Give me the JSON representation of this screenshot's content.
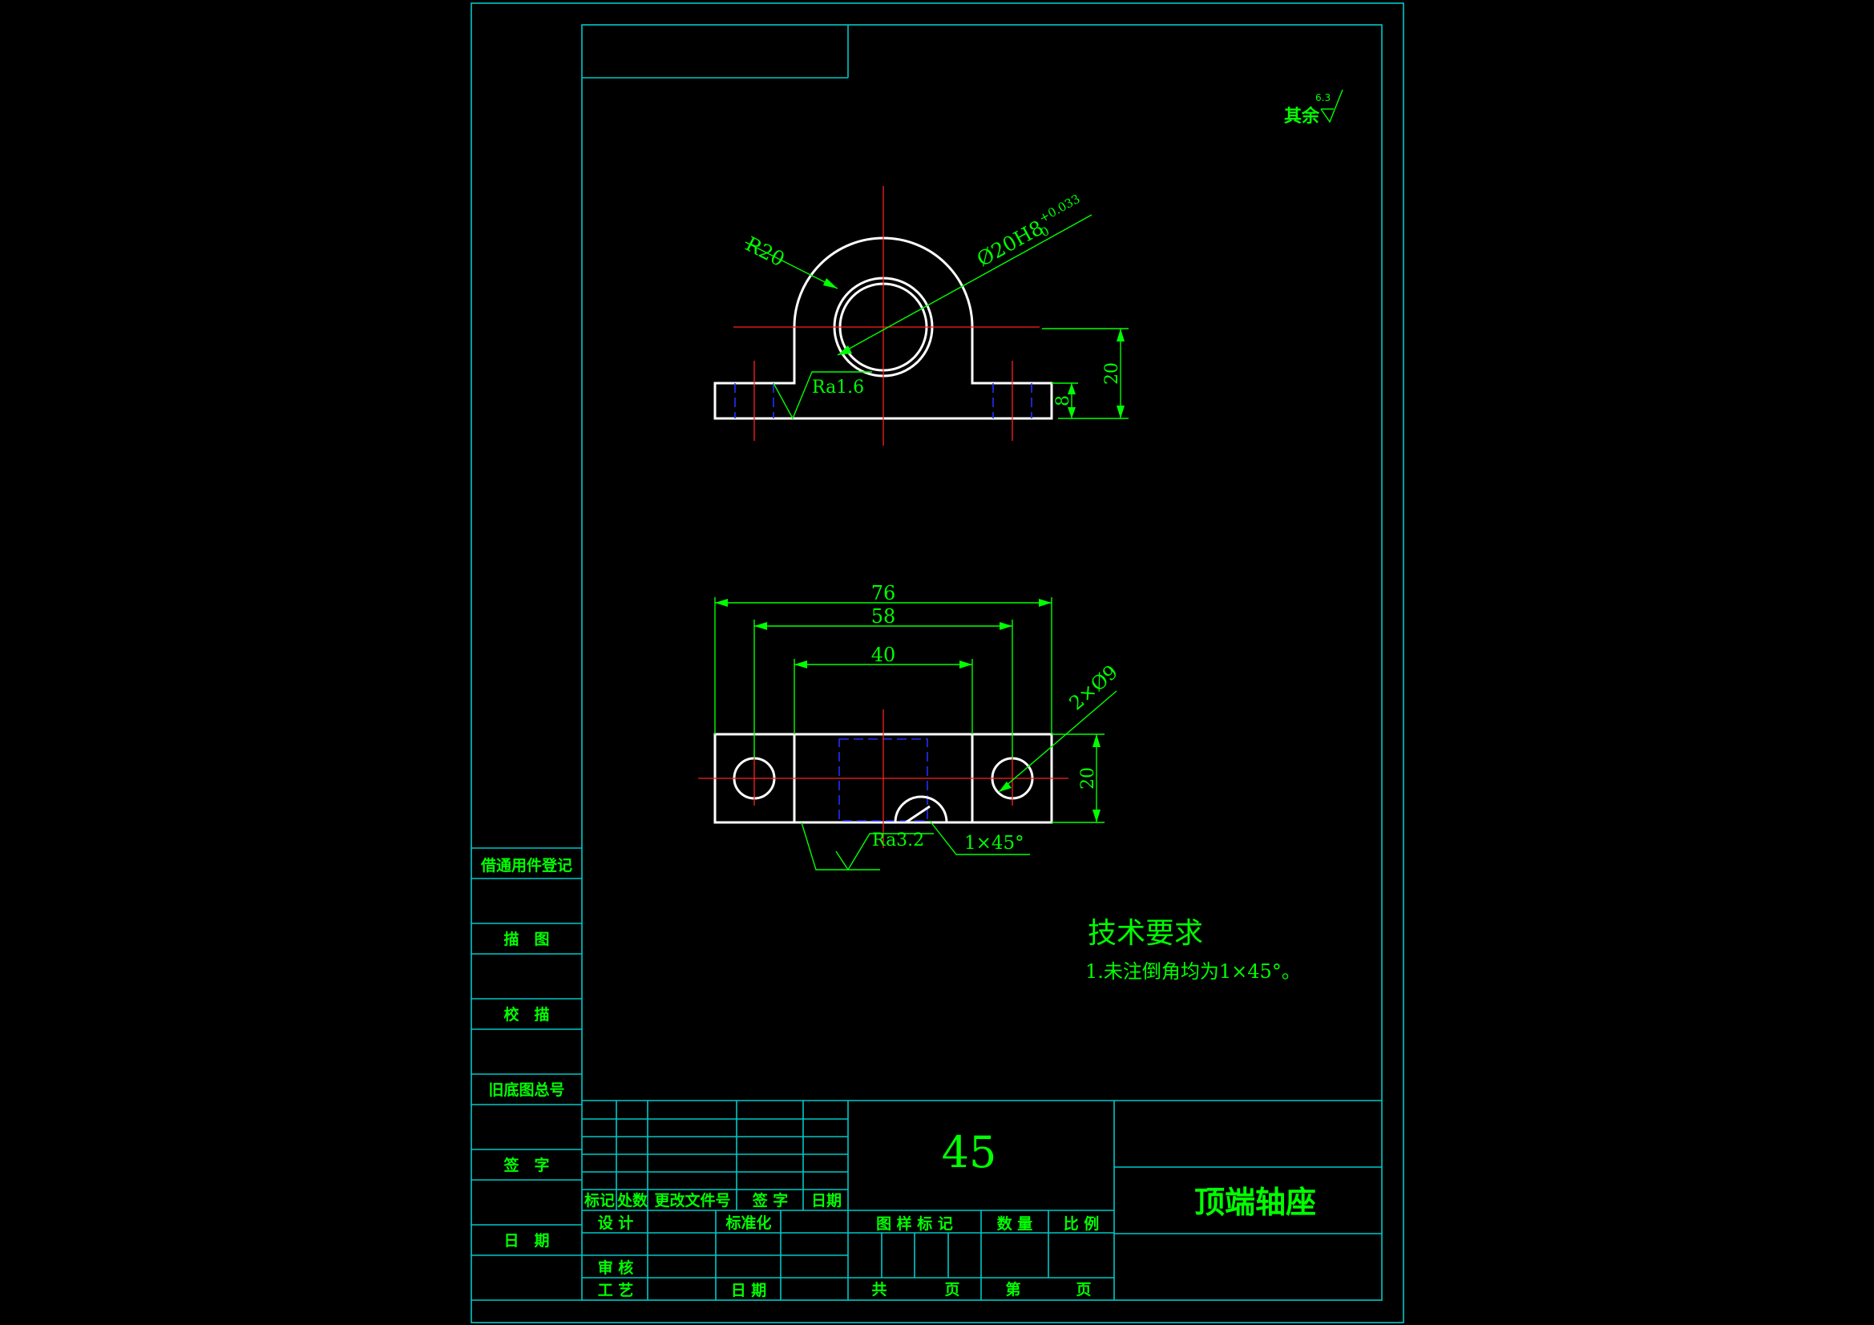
{
  "surface_roughness": {
    "other": "其余",
    "value": "6.3"
  },
  "front_view": {
    "radius": "R20",
    "bore": "Ø20H8",
    "bore_tol_upper": "+0.033",
    "bore_tol_lower": "0",
    "roughness": "Ra1.6",
    "height_total": "20",
    "base_thickness": "8"
  },
  "top_view": {
    "width_total": "76",
    "hole_spacing": "58",
    "boss_width": "40",
    "holes": "2×Ø9",
    "depth": "20",
    "roughness": "Ra3.2",
    "chamfer": "1×45°"
  },
  "tech_req": {
    "title": "技术要求",
    "item1": "1.未注倒角均为1×45°。"
  },
  "left_strip": {
    "reg": "借通用件登记",
    "trace": "描　图",
    "check": "校　描",
    "old_no": "旧底图总号",
    "sign": "签　字",
    "date": "日　期"
  },
  "title_block": {
    "material": "45",
    "part_name": "顶端轴座",
    "mark": "标记",
    "count": "处数",
    "change_doc": "更改文件号",
    "sign": "签 字",
    "date": "日期",
    "design": "设 计",
    "standard": "标准化",
    "review": "审 核",
    "process": "工 艺",
    "date2": "日 期",
    "stage_mark": "图 样 标 记",
    "qty": "数 量",
    "scale": "比 例",
    "total": "共",
    "sheet_unit": "页",
    "sheet_no": "第",
    "sheet_unit2": "页"
  }
}
